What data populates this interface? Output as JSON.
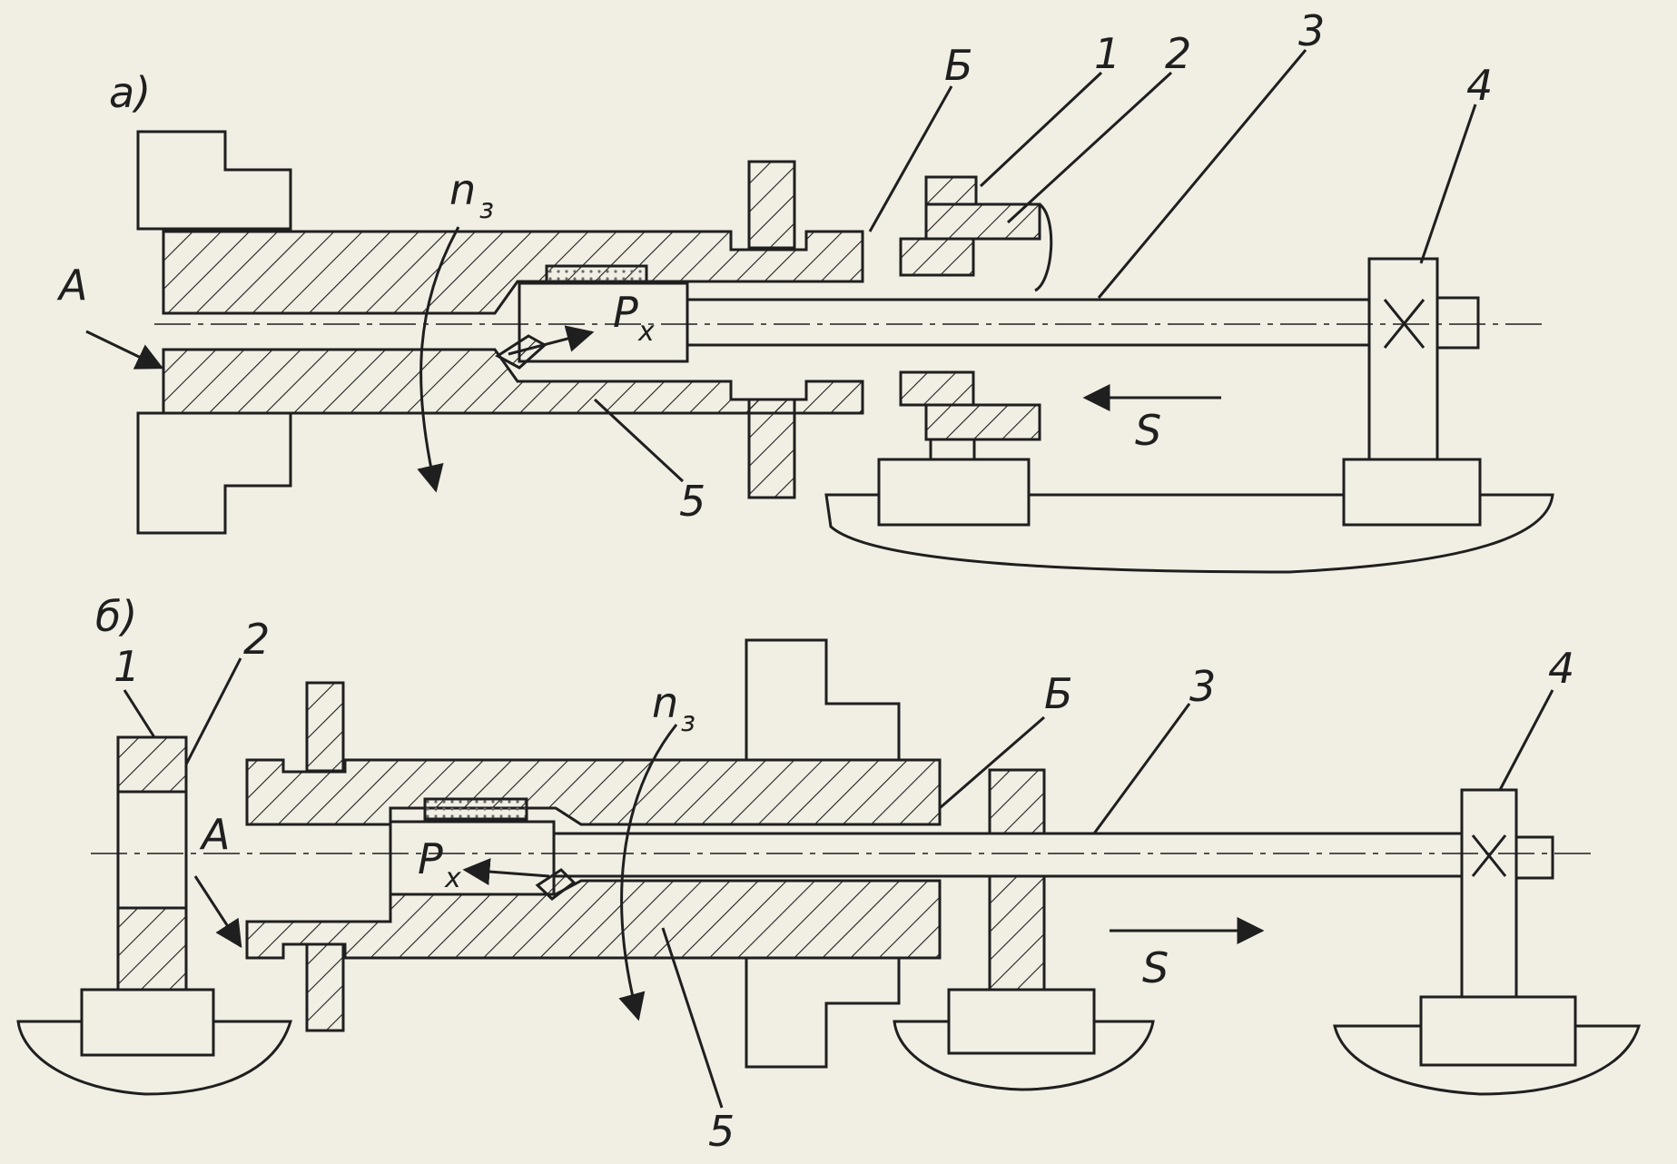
{
  "figure_a": {
    "panel_label": "а)",
    "labels": {
      "part_1": "1",
      "part_2": "2",
      "part_3": "3",
      "part_4": "4",
      "part_5": "5",
      "point_A": "А",
      "point_B": "Б",
      "rotation": "n",
      "rotation_sub": "з",
      "force": "P",
      "force_sub": "x",
      "feed": "S"
    }
  },
  "figure_b": {
    "panel_label": "б)",
    "labels": {
      "part_1": "1",
      "part_2": "2",
      "part_3": "3",
      "part_4": "4",
      "part_5": "5",
      "point_A": "А",
      "point_B": "Б",
      "rotation": "n",
      "rotation_sub": "з",
      "force": "P",
      "force_sub": "x",
      "feed": "S"
    }
  },
  "colors": {
    "ink": "#1f1f1f",
    "paper": "#f1eee3",
    "abrasive": "#6a6a6a"
  }
}
